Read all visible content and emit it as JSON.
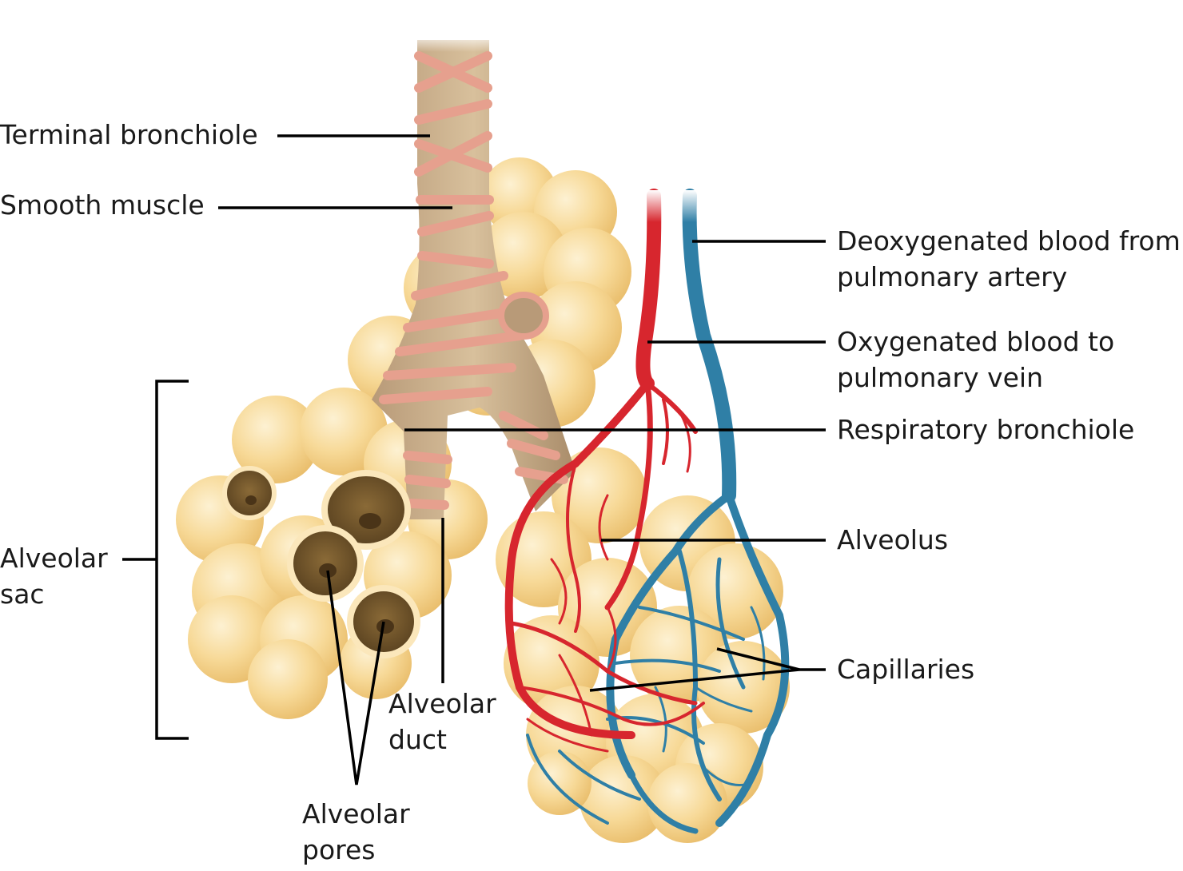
{
  "labels": {
    "terminal_bronchiole": "Terminal bronchiole",
    "smooth_muscle": "Smooth muscle",
    "deoxygenated_line1": "Deoxygenated blood from",
    "deoxygenated_line2": "pulmonary artery",
    "oxygenated_line1": "Oxygenated blood to",
    "oxygenated_line2": "pulmonary vein",
    "respiratory_bronchiole": "Respiratory bronchiole",
    "alveolus": "Alveolus",
    "capillaries": "Capillaries",
    "alveolar_sac_line1": "Alveolar",
    "alveolar_sac_line2": "sac",
    "alveolar_duct_line1": "Alveolar",
    "alveolar_duct_line2": "duct",
    "alveolar_pores_line1": "Alveolar",
    "alveolar_pores_line2": "pores"
  },
  "colors": {
    "alveolus_fill": "#f6d48f",
    "alveolus_light": "#fbe7bb",
    "bronchiole_fill": "#c4a885",
    "smooth_muscle": "#e6a08e",
    "artery_red": "#d7262e",
    "vein_blue": "#2f7fa6",
    "pore_dark": "#6b5228"
  }
}
